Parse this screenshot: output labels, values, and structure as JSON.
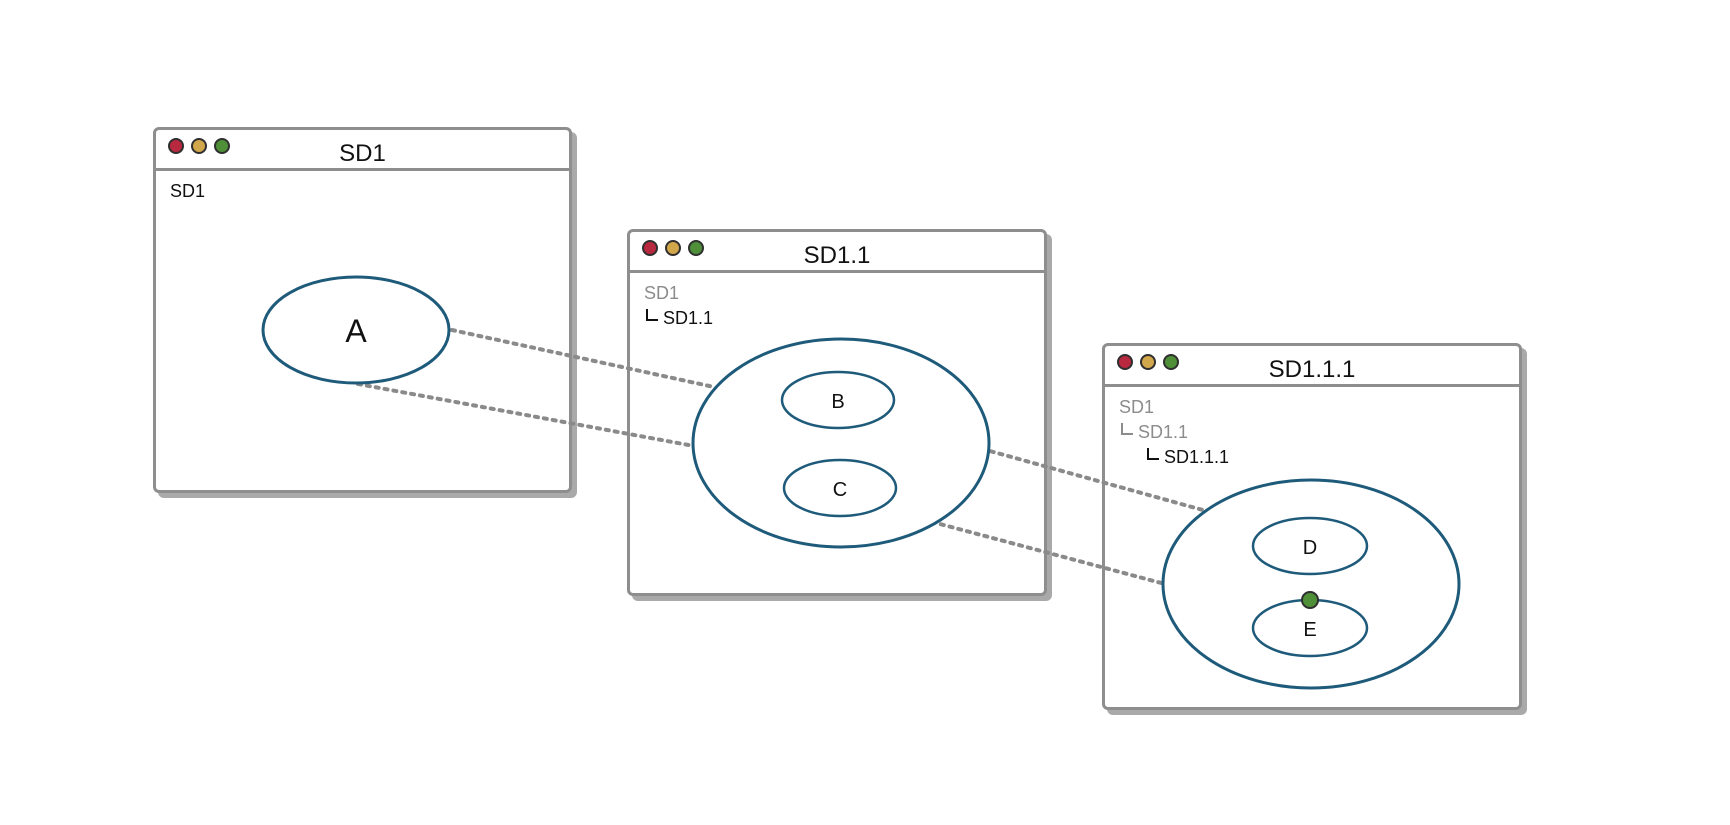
{
  "colors": {
    "window_border": "#8e8e8e",
    "window_shadow": "#a9a9a9",
    "dot_red": "#b8283f",
    "dot_yellow": "#d2a64b",
    "dot_green": "#4f8f38",
    "state_stroke": "#1e5a7a",
    "transition": "#8a8a8a",
    "dim_text": "#8c8c8c"
  },
  "windows": [
    {
      "title": "SD1",
      "breadcrumb": [
        {
          "label": "SD1",
          "current": true
        }
      ]
    },
    {
      "title": "SD1.1",
      "breadcrumb": [
        {
          "label": "SD1",
          "current": false
        },
        {
          "label": "SD1.1",
          "current": true
        }
      ]
    },
    {
      "title": "SD1.1.1",
      "breadcrumb": [
        {
          "label": "SD1",
          "current": false
        },
        {
          "label": "SD1.1",
          "current": false
        },
        {
          "label": "SD1.1.1",
          "current": true
        }
      ]
    }
  ],
  "states": {
    "a": "A",
    "b": "B",
    "c": "C",
    "d": "D",
    "e": "E"
  },
  "window_controls": [
    "close-icon",
    "minimize-icon",
    "maximize-icon"
  ]
}
